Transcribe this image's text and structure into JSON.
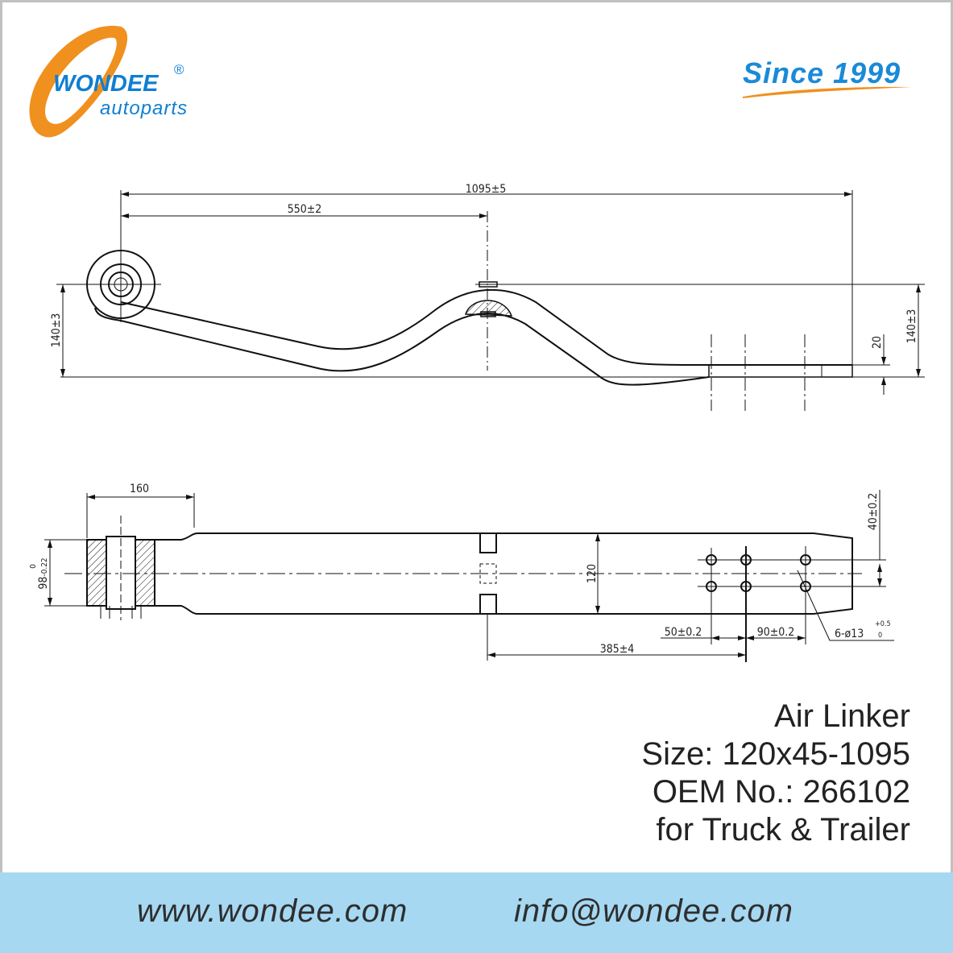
{
  "brand": {
    "name": "WONDEE",
    "sub": "autoparts",
    "registered": "®",
    "since": "Since 1999",
    "accent": "#f0901e",
    "blue": "#0f7fd1"
  },
  "drawing": {
    "top_view": {
      "overall_length": "1095±5",
      "center_offset": "550±2",
      "left_height": "140±3",
      "right_height": "140±3",
      "thickness": "20"
    },
    "plan_view": {
      "eye_width": "160",
      "eye_diameter": "98",
      "eye_tol_upper": "0",
      "eye_tol_lower": "-0.22",
      "width": "120",
      "hole_spacing_y": "40±0.2",
      "hole_pitch_1": "50±0.2",
      "hole_pitch_2": "90±0.2",
      "hole_offset": "385±4",
      "holes": "6-ø13",
      "holes_tol_upper": "+0.5",
      "holes_tol_lower": "0"
    }
  },
  "product": {
    "name": "Air Linker",
    "size": "Size: 120x45-1095",
    "oem": "OEM No.: 266102",
    "application": "for Truck & Trailer"
  },
  "footer": {
    "website": "www.wondee.com",
    "email": "info@wondee.com",
    "background": "#a6d8f2"
  }
}
